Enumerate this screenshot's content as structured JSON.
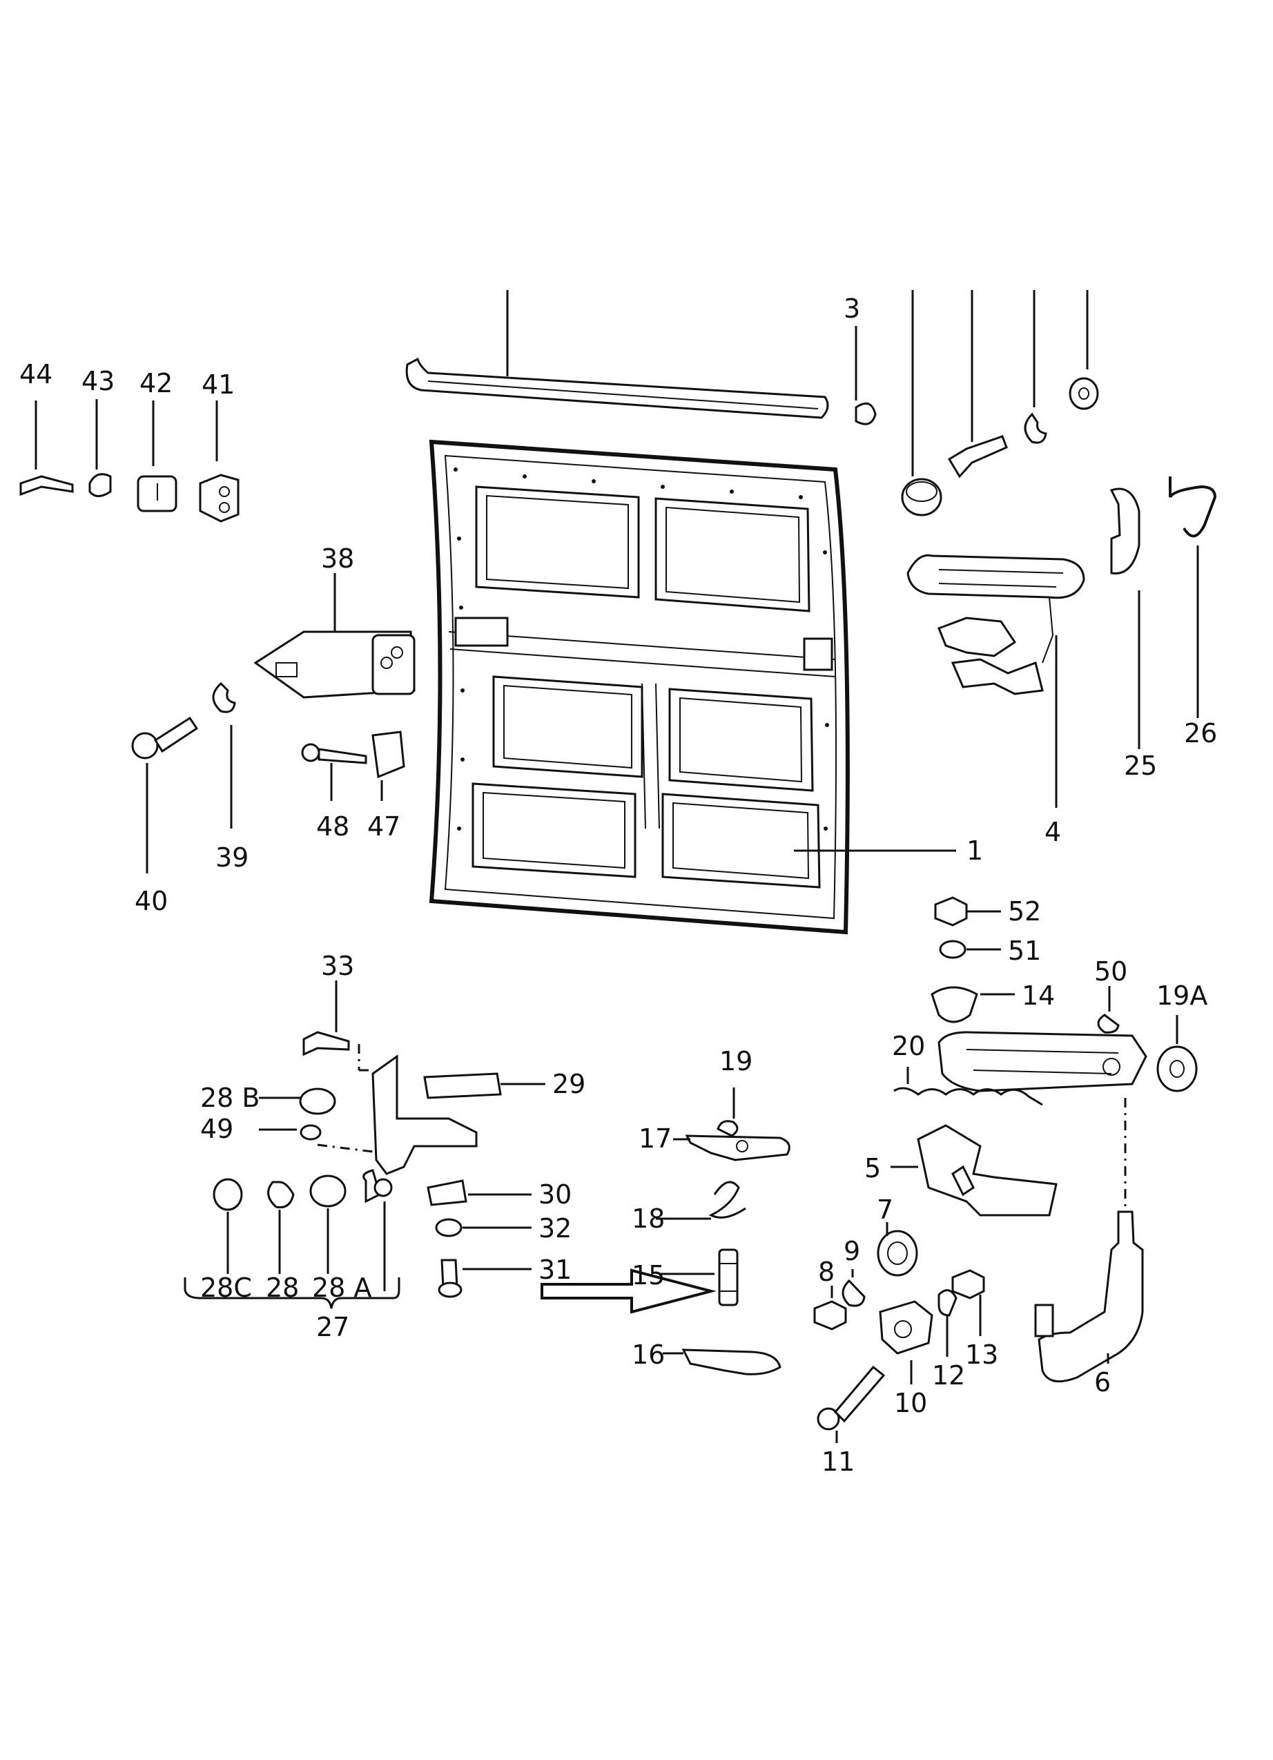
{
  "diagram": {
    "callouts": {
      "p1": "1",
      "p3": "3",
      "p4": "4",
      "p5": "5",
      "p6": "6",
      "p7": "7",
      "p8": "8",
      "p9": "9",
      "p10": "10",
      "p11": "11",
      "p12": "12",
      "p13": "13",
      "p14": "14",
      "p15": "15",
      "p16": "16",
      "p17": "17",
      "p18": "18",
      "p19": "19",
      "p19a": "19A",
      "p20": "20",
      "p25": "25",
      "p26": "26",
      "p27": "27",
      "p28": "28",
      "p28a": "28 A",
      "p28b": "28 B",
      "p28c": "28C",
      "p29": "29",
      "p30": "30",
      "p31": "31",
      "p32": "32",
      "p33": "33",
      "p38": "38",
      "p39": "39",
      "p40": "40",
      "p41": "41",
      "p42": "42",
      "p43": "43",
      "p44": "44",
      "p47": "47",
      "p48": "48",
      "p49": "49",
      "p50": "50",
      "p51": "51",
      "p52": "52"
    }
  }
}
